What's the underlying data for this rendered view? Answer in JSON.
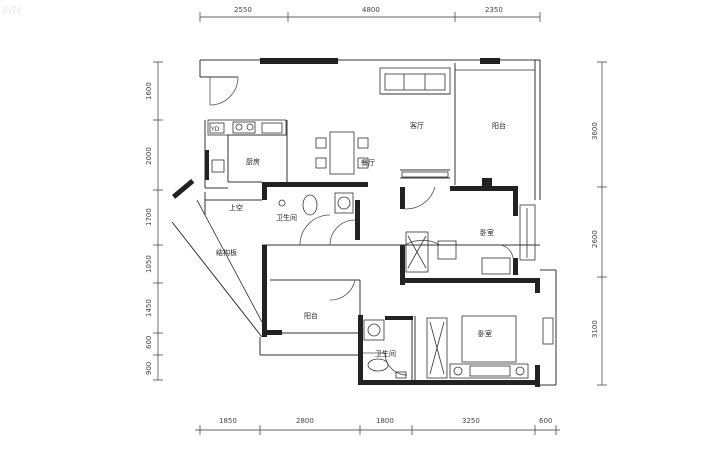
{
  "watermark": "WN",
  "dimensions": {
    "top": [
      "2550",
      "4800",
      "2350"
    ],
    "bottom": [
      "1850",
      "2800",
      "1800",
      "3250",
      "600"
    ],
    "left": [
      "1600",
      "2000",
      "1700",
      "1050",
      "1450",
      "600",
      "900"
    ],
    "right": [
      "3600",
      "2600",
      "3100"
    ]
  },
  "rooms": {
    "living": "客厅",
    "balcony_top": "阳台",
    "kitchen": "厨房",
    "dining": "餐厅",
    "bath_1": "卫生间",
    "upper_void": "上空",
    "structure_slab": "结构板",
    "bedroom_1": "卧室",
    "balcony_mid": "阳台",
    "bedroom_2": "卧室",
    "bath_2": "卫生间"
  }
}
